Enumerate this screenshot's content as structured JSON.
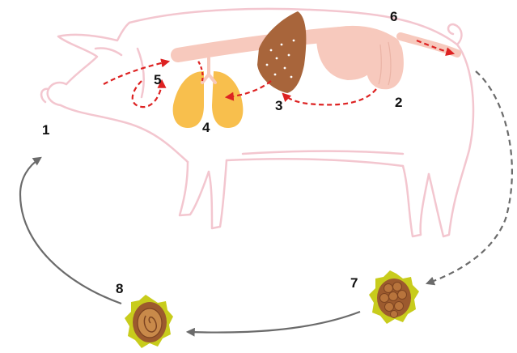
{
  "steps": {
    "s1": "1",
    "s2": "2",
    "s3": "3",
    "s4": "4",
    "s5": "5",
    "s6": "6",
    "s7": "7",
    "s8": "8"
  },
  "colors": {
    "pig_outline": "#f3c6cf",
    "intestine": "#f7c9bd",
    "liver": "#a8653b",
    "lungs": "#f8bf4d",
    "migration_arrow": "#dd2222",
    "cycle_arrow": "#6b6b6b",
    "egg_halo": "#c8cc1c",
    "egg_shell": "#9c5a2e",
    "egg_inner": "#c98a4a"
  },
  "icons": {
    "pig": "pig-outline-icon",
    "liver": "liver-icon",
    "lungs": "lungs-icon",
    "intestine": "intestine-icon",
    "egg_unembryonated": "egg-unembryonated-icon",
    "egg_embryonated": "egg-embryonated-icon"
  }
}
